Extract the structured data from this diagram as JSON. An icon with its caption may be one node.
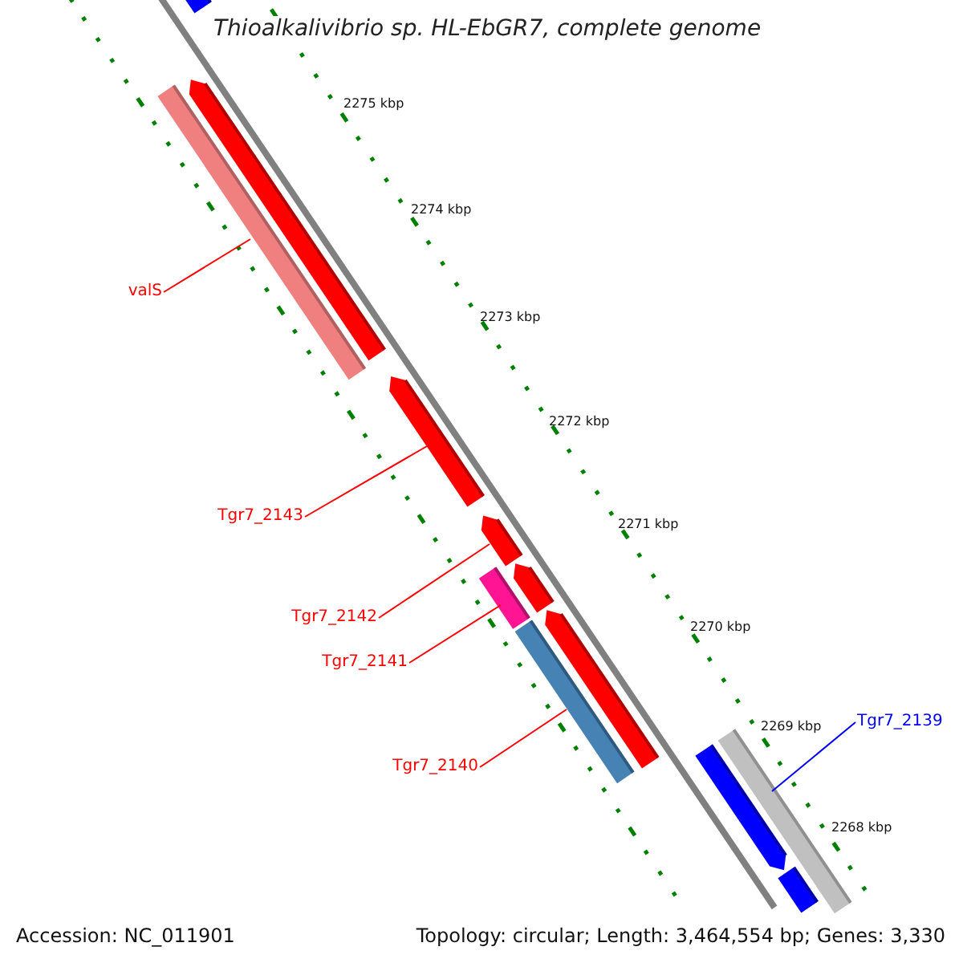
{
  "diagram": {
    "title": "Thioalkalivibrio sp. HL-EbGR7, complete genome",
    "nodes": [
      {
        "text": [
          "valS"
        ]
      },
      {
        "text": [],
        "shape": "bar"
      },
      {
        "text": [
          "Tgr7_2143"
        ]
      },
      {
        "text": [],
        "shape": "bar"
      },
      {
        "text": [
          "Tgr7_2142"
        ]
      },
      {
        "text": [],
        "shape": "bar"
      },
      {
        "text": [
          "Tgr7_2141"
        ]
      },
      {
        "text": [],
        "shape": "bar"
      },
      {
        "text": [
          "Tgr7_2140"
        ]
      },
      {
        "text": [],
        "shape": "bar"
      },
      {
        "text": [
          "Tgr7_2139"
        ]
      },
      {
        "text": [],
        "shape": "bar"
      }
    ],
    "edges": [
      {
        "from": 0,
        "to": 1,
        "arrow": "none"
      },
      {
        "from": 2,
        "to": 3,
        "arrow": "none"
      },
      {
        "from": 4,
        "to": 5,
        "arrow": "none"
      },
      {
        "from": 6,
        "to": 7,
        "arrow": "none"
      },
      {
        "from": 8,
        "to": 9,
        "arrow": "none"
      },
      {
        "from": 10,
        "to": 11,
        "arrow": "none",
        "color": "#0000ff"
      }
    ],
    "labels": [
      "2275 kbp",
      "2274 kbp",
      "2273 kbp",
      "2272 kbp",
      "2271 kbp",
      "2270 kbp",
      "2269 kbp",
      "2268 kbp",
      "Accession: NC_011901",
      "Topology: circular; Length: 3,464,554 bp; Genes: 3,330"
    ]
  }
}
